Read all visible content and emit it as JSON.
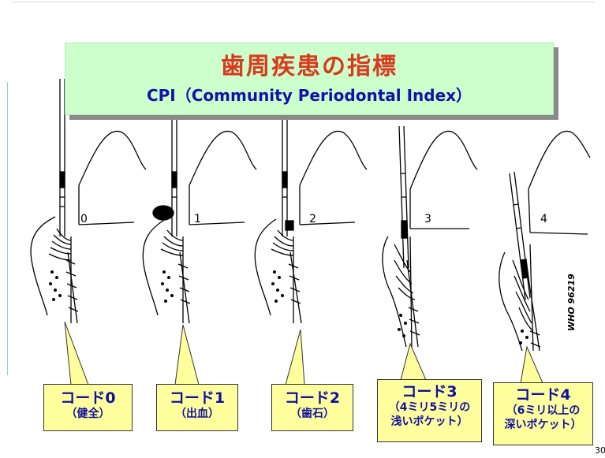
{
  "title": {
    "main": "歯周疾患の指標",
    "sub": "CPI（Community Periodontal Index）"
  },
  "tooth_labels": [
    "0",
    "1",
    "2",
    "3",
    "4"
  ],
  "codes": [
    {
      "title": "コード0",
      "line1": "（健全）",
      "line2": ""
    },
    {
      "title": "コード1",
      "line1": "（出血）",
      "line2": ""
    },
    {
      "title": "コード2",
      "line1": "（歯石）",
      "line2": ""
    },
    {
      "title": "コード3",
      "line1": "（4ミリ5ミリの",
      "line2": "浅いポケット）"
    },
    {
      "title": "コード4",
      "line1": "（6ミリ以上の",
      "line2": "深いポケット）"
    }
  ],
  "who_label": "WHO 96219",
  "page_number": "30",
  "colors": {
    "title_bg": "#ccffcc",
    "title_main": "#d83a1e",
    "title_sub": "#1212a8",
    "callout_bg": "#ffff9e",
    "callout_text": "#1010a0"
  }
}
